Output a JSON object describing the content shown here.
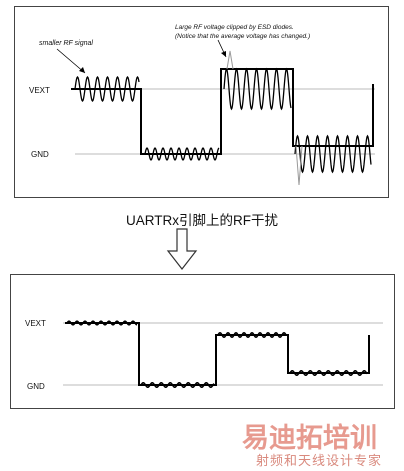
{
  "top_panel": {
    "label_vext": "VEXT",
    "label_gnd": "GND",
    "annotation_small": "smaller RF signal",
    "annotation_large_line1": "Large RF voltage clipped by ESD diodes.",
    "annotation_large_line2": "(Notice that the average voltage has changed.)"
  },
  "caption": "UARTRx引脚上的RF干扰",
  "bottom_panel": {
    "label_vext": "VEXT",
    "label_gnd": "GND"
  },
  "watermark": {
    "main": "易迪拓培训",
    "sub": "射频和天线设计专家"
  },
  "colors": {
    "signal": "#000000",
    "reference_line": "#bbbbbb",
    "watermark": "#e79a8f"
  }
}
